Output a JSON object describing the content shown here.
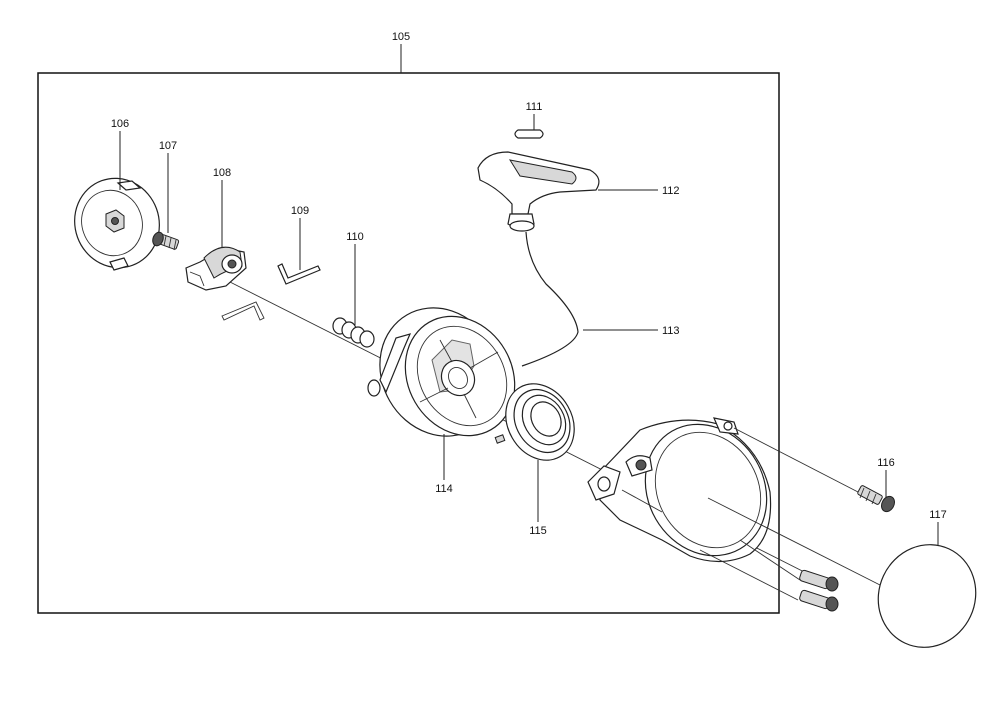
{
  "diagram": {
    "assembly_label": "105",
    "parts": [
      {
        "id": "106",
        "label": "106"
      },
      {
        "id": "107",
        "label": "107"
      },
      {
        "id": "108",
        "label": "108"
      },
      {
        "id": "109",
        "label": "109"
      },
      {
        "id": "110",
        "label": "110"
      },
      {
        "id": "111",
        "label": "111"
      },
      {
        "id": "112",
        "label": "112"
      },
      {
        "id": "113",
        "label": "113"
      },
      {
        "id": "114",
        "label": "114"
      },
      {
        "id": "115",
        "label": "115"
      },
      {
        "id": "116",
        "label": "116"
      },
      {
        "id": "117",
        "label": "117"
      }
    ]
  }
}
